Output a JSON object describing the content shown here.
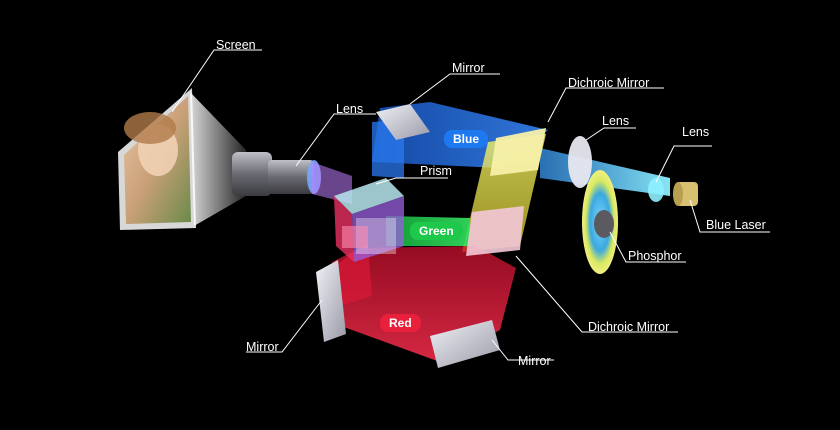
{
  "labels": {
    "screen": "Screen",
    "lens_projection": "Lens",
    "mirror_top": "Mirror",
    "dichroic_mirror_top": "Dichroic Mirror",
    "lens_middle": "Lens",
    "lens_right": "Lens",
    "prism": "Prism",
    "blue_laser": "Blue Laser",
    "phosphor": "Phosphor",
    "mirror_bottom_left": "Mirror",
    "dichroic_mirror_bottom": "Dichroic Mirror",
    "mirror_bottom_right": "Mirror"
  },
  "light_paths": {
    "blue": "Blue",
    "green": "Green",
    "red": "Red"
  },
  "colors": {
    "background": "#000000",
    "blue": "#1e78f0",
    "green": "#1ec84a",
    "red": "#e8203c",
    "yellow": "#f4e84a",
    "cyan_beam": "#58d8ff",
    "mirror": "#c8c8d4",
    "lens_body": "#8a8a90",
    "leader_line": "#ffffff",
    "label_text": "#ffffff"
  }
}
